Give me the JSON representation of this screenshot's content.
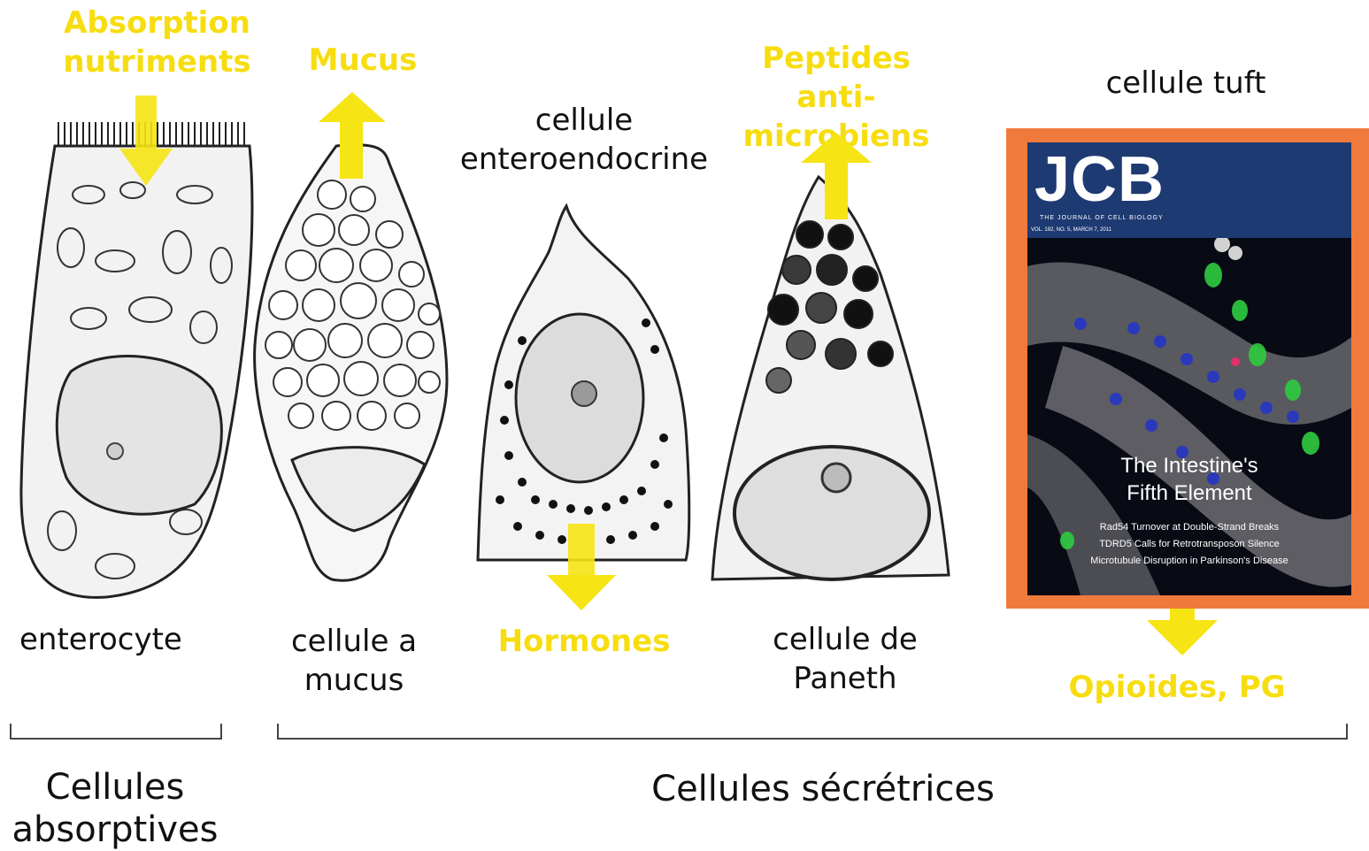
{
  "labels": {
    "absorption": "Absorption\nnutriments",
    "mucus_top": "Mucus",
    "peptides": "Peptides\nanti-microbiens",
    "tuft": "cellule tuft",
    "enteroendocrine": "cellule\nenteroendocrine",
    "enterocyte": "enterocyte",
    "goblet": "cellule a\nmucus",
    "hormones": "Hormones",
    "paneth": "cellule de\nPaneth",
    "opioides": "Opioides, PG"
  },
  "groups": {
    "absorptive": "Cellules\nabsorptives",
    "secretory": "Cellules sécrétrices"
  },
  "cover": {
    "logo": "JCB",
    "subtitle": "THE JOURNAL OF CELL BIOLOGY",
    "volume": "VOL. 192, NO. 5, MARCH 7, 2011",
    "title": "The Intestine's\nFifth Element",
    "lines": "Rad54 Turnover at Double-Strand Breaks\nTDRD5 Calls for Retrotransposon Silence\nMicrotubule Disruption in Parkinson's Disease"
  },
  "colors": {
    "label_yellow": "#f7dd0f",
    "arrow_yellow": "#f6e414",
    "cover_orange": "#ef7a3c",
    "cover_blue": "#1e3a72"
  }
}
